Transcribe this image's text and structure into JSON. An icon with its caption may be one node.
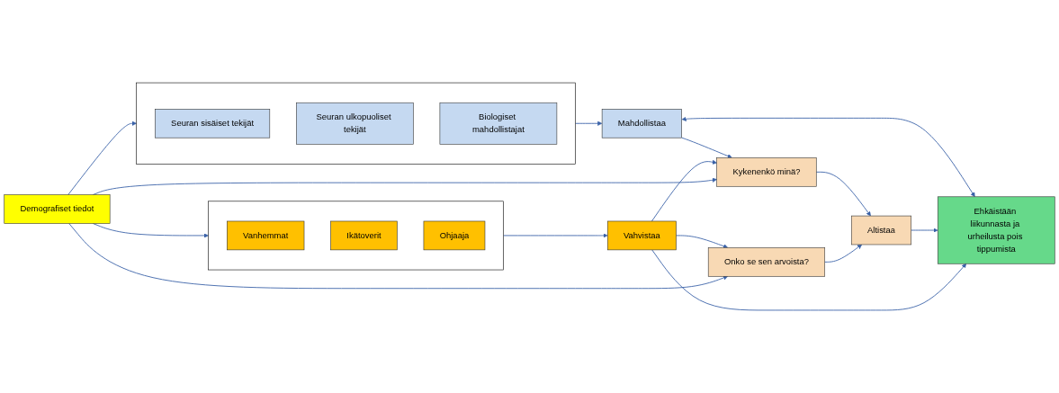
{
  "diagram": {
    "nodes": [
      {
        "text": [
          "Ehkäistään liikunnasta ja urheilusta pois tippumista"
        ]
      },
      {
        "text": [],
        "shape": "box"
      },
      {
        "text": [
          "Seuran sisäiset tekijät"
        ],
        "in": 1
      },
      {
        "text": [
          "Seuran ulkopuoliset tekijät"
        ],
        "in": 1
      },
      {
        "text": [
          "Biologiset mahdollistajat"
        ],
        "in": 1
      },
      {
        "text": [
          "Altistaa"
        ]
      },
      {
        "text": [
          "Mahdollistaa"
        ]
      },
      {
        "text": [
          "Vahvistaa"
        ]
      },
      {
        "text": [],
        "shape": "box"
      },
      {
        "text": [
          "Vanhemmat"
        ],
        "in": 8
      },
      {
        "text": [
          "Ikätoverit"
        ],
        "in": 8
      },
      {
        "text": [
          "Ohjaaja"
        ],
        "in": 8
      },
      {
        "text": [
          "Kykenenkö minä?"
        ]
      },
      {
        "text": [
          "Onko se sen arvoista?"
        ]
      },
      {
        "text": [
          "Demografiset tiedot"
        ]
      }
    ],
    "edges": [
      {
        "from": 1,
        "to": 6,
        "arrow": "to"
      },
      {
        "from": 6,
        "to": 0,
        "arrow": "both"
      },
      {
        "from": 6,
        "to": 12,
        "arrow": "to"
      },
      {
        "from": 5,
        "to": 0,
        "arrow": "to"
      },
      {
        "from": 12,
        "to": 5,
        "arrow": "to"
      },
      {
        "from": 13,
        "to": 5,
        "arrow": "to"
      },
      {
        "from": 7,
        "to": 0,
        "arrow": "to"
      },
      {
        "from": 7,
        "to": 12,
        "arrow": "to"
      },
      {
        "from": 7,
        "to": 13,
        "arrow": "to"
      },
      {
        "from": 8,
        "to": 7,
        "arrow": "to"
      },
      {
        "from": 14,
        "to": 1,
        "arrow": "to"
      },
      {
        "from": 14,
        "to": 12,
        "arrow": "to"
      },
      {
        "from": 14,
        "to": 13,
        "arrow": "to"
      },
      {
        "from": 14,
        "to": 8,
        "arrow": "to"
      }
    ]
  }
}
